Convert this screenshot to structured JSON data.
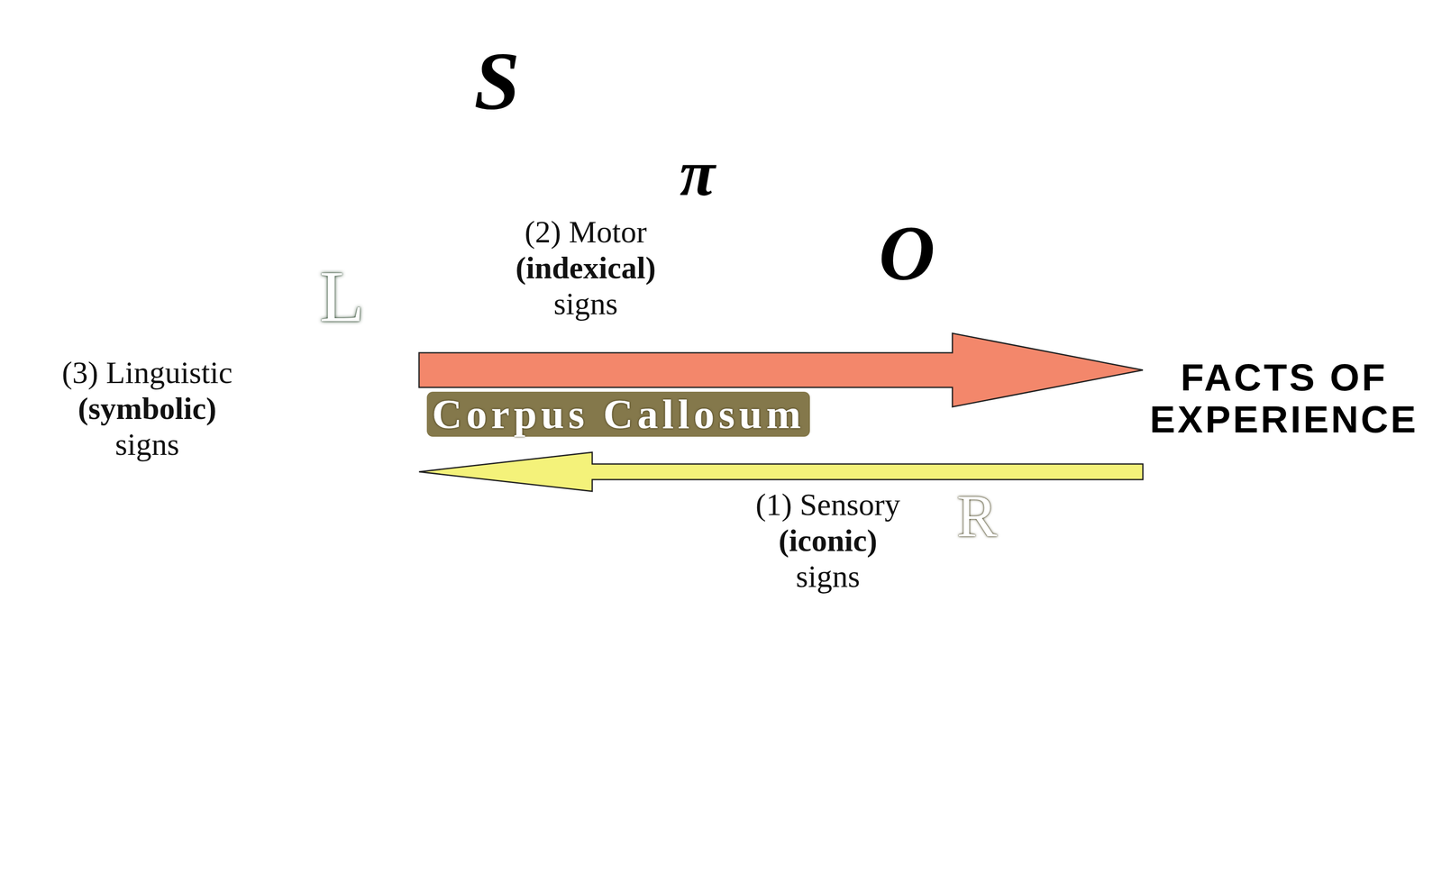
{
  "diagram": {
    "nodes": [
      {
        "text": [
          "S",
          "(3) Linguistic (symbolic) signs"
        ]
      },
      {
        "text": [
          "L"
        ],
        "in": 0
      },
      {
        "text": [
          "π",
          "(2) Motor (indexical) signs"
        ],
        "in": 0
      },
      {
        "text": [
          "O",
          "(1) Sensory (iconic) signs"
        ],
        "in": 2
      },
      {
        "text": [
          "R"
        ],
        "in": 3
      },
      {
        "text": [
          "FACTS OF EXPERIENCE"
        ]
      }
    ],
    "edges": [
      {
        "from": 1,
        "to": 5,
        "arrow": "to"
      },
      {
        "from": 5,
        "to": 1,
        "arrow": "to"
      }
    ],
    "labels": [
      "Corpus Callosum"
    ]
  }
}
